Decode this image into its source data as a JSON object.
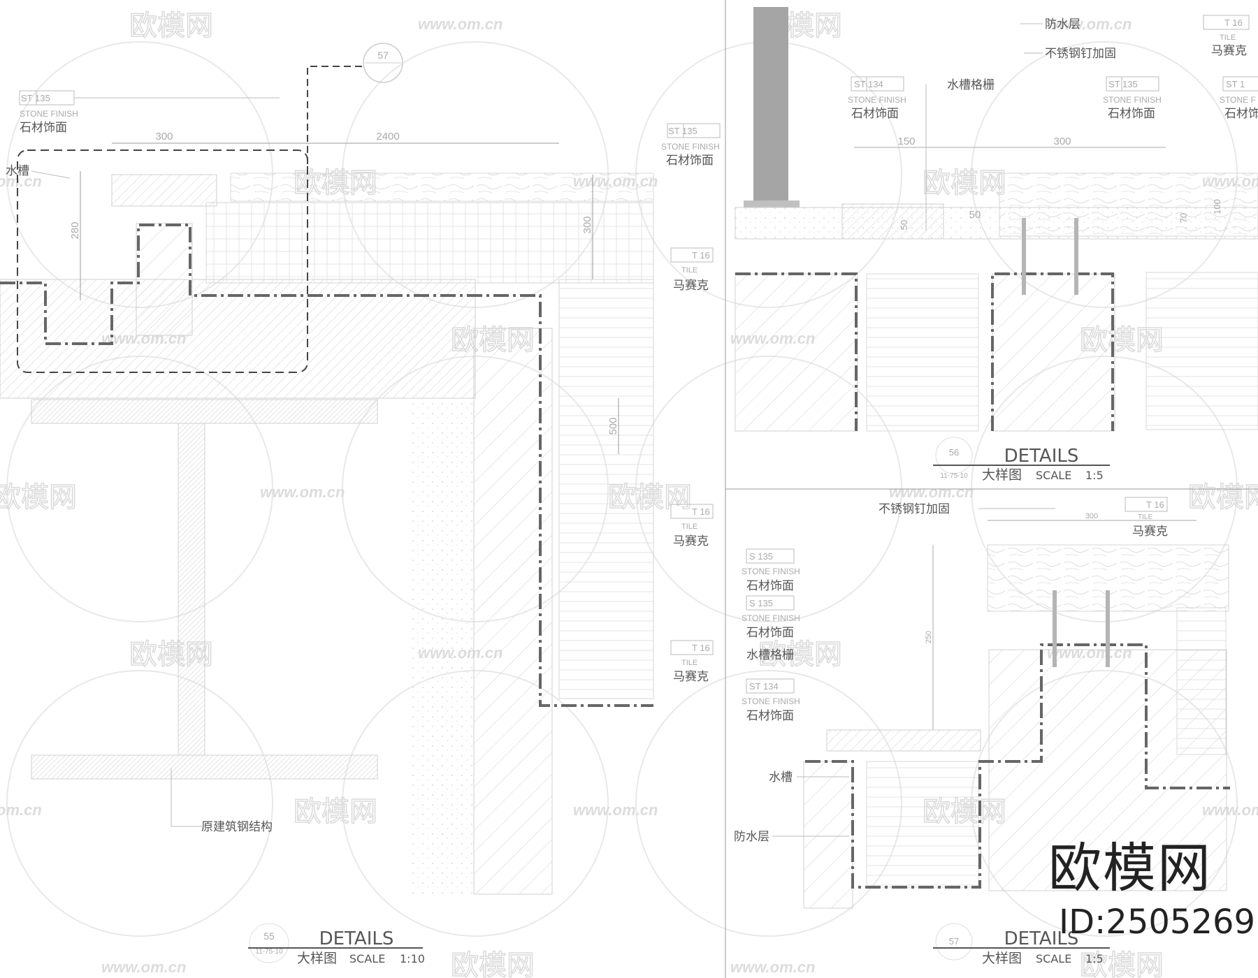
{
  "left_detail": {
    "dim_300": "300",
    "dim_2400": "2400",
    "dim_280": "280",
    "dim_300v": "300",
    "dim_500": "500",
    "tag_st135a": "ST 135",
    "tag_st135a_sub": "STONE FINISH",
    "label_stone_a": "石材饰面",
    "tag_st135b": "ST 135",
    "tag_st135b_sub": "STONE FINISH",
    "label_stone_b": "石材饰面",
    "label_gutter": "水槽",
    "tag_tile_a": "T 16",
    "tag_tile_a_sub": "TILE",
    "label_mosaic_a": "马赛克",
    "tag_tile_b": "T 16",
    "tag_tile_b_sub": "TILE",
    "label_mosaic_b": "马赛克",
    "tag_tile_c": "T 16",
    "tag_tile_c_sub": "TILE",
    "label_mosaic_c": "马赛克",
    "label_steel": "原建筑钢结构",
    "callout_num": "57",
    "title": "DETAILS",
    "title_cn": "大样图",
    "scale_label": "SCALE",
    "scale_value": "1:10",
    "bubble_num": "55",
    "bubble_ref": "11-75-10"
  },
  "right_top_detail": {
    "label_waterproof": "防水层",
    "label_pin": "不锈钢钉加固",
    "label_grille": "水槽格栅",
    "tag_st134": "ST 134",
    "tag_st134_sub": "STONE FINISH",
    "label_stone_a": "石材饰面",
    "tag_st135": "ST 135",
    "tag_st135_sub": "STONE FINISH",
    "label_stone_b": "石材饰面",
    "tag_st_c": "ST 1",
    "tag_st_c_sub": "STONE F",
    "label_stone_c": "石材饰",
    "tag_tile": "T 16",
    "tag_tile_sub": "TILE",
    "label_mosaic": "马赛克",
    "dim_150": "150",
    "dim_300": "300",
    "dim_50a": "50",
    "dim_50b": "50",
    "dim_70": "70",
    "dim_100": "100",
    "title": "DETAILS",
    "title_cn": "大样图",
    "scale_label": "SCALE",
    "scale_value": "1:5",
    "bubble_num": "56",
    "bubble_ref": "11-75-10"
  },
  "right_bottom_detail": {
    "label_pin": "不锈钢钉加固",
    "tag_tile": "T 16",
    "tag_tile_sub": "TILE",
    "label_mosaic": "马赛克",
    "tag_st135a": "S 135",
    "tag_st135a_sub": "STONE FINISH",
    "label_stone_a": "石材饰面",
    "tag_st135b": "S 135",
    "tag_st135b_sub": "STONE FINISH",
    "label_stone_b": "石材饰面",
    "label_grille": "水槽格栅",
    "tag_st134": "ST 134",
    "tag_st134_sub": "STONE FINISH",
    "label_stone_c": "石材饰面",
    "label_gutter": "水槽",
    "label_waterproof": "防水层",
    "dim_300": "300",
    "dim_250": "250",
    "title": "DETAILS",
    "title_cn": "大样图",
    "scale_label": "SCALE",
    "scale_value": "1:5",
    "bubble_num": "57"
  },
  "watermark": {
    "brand": "欧模网",
    "url": "www.om.cn",
    "url_short": "om.cn"
  },
  "brand_stamp": {
    "name": "欧模网",
    "id": "ID:2505269"
  }
}
